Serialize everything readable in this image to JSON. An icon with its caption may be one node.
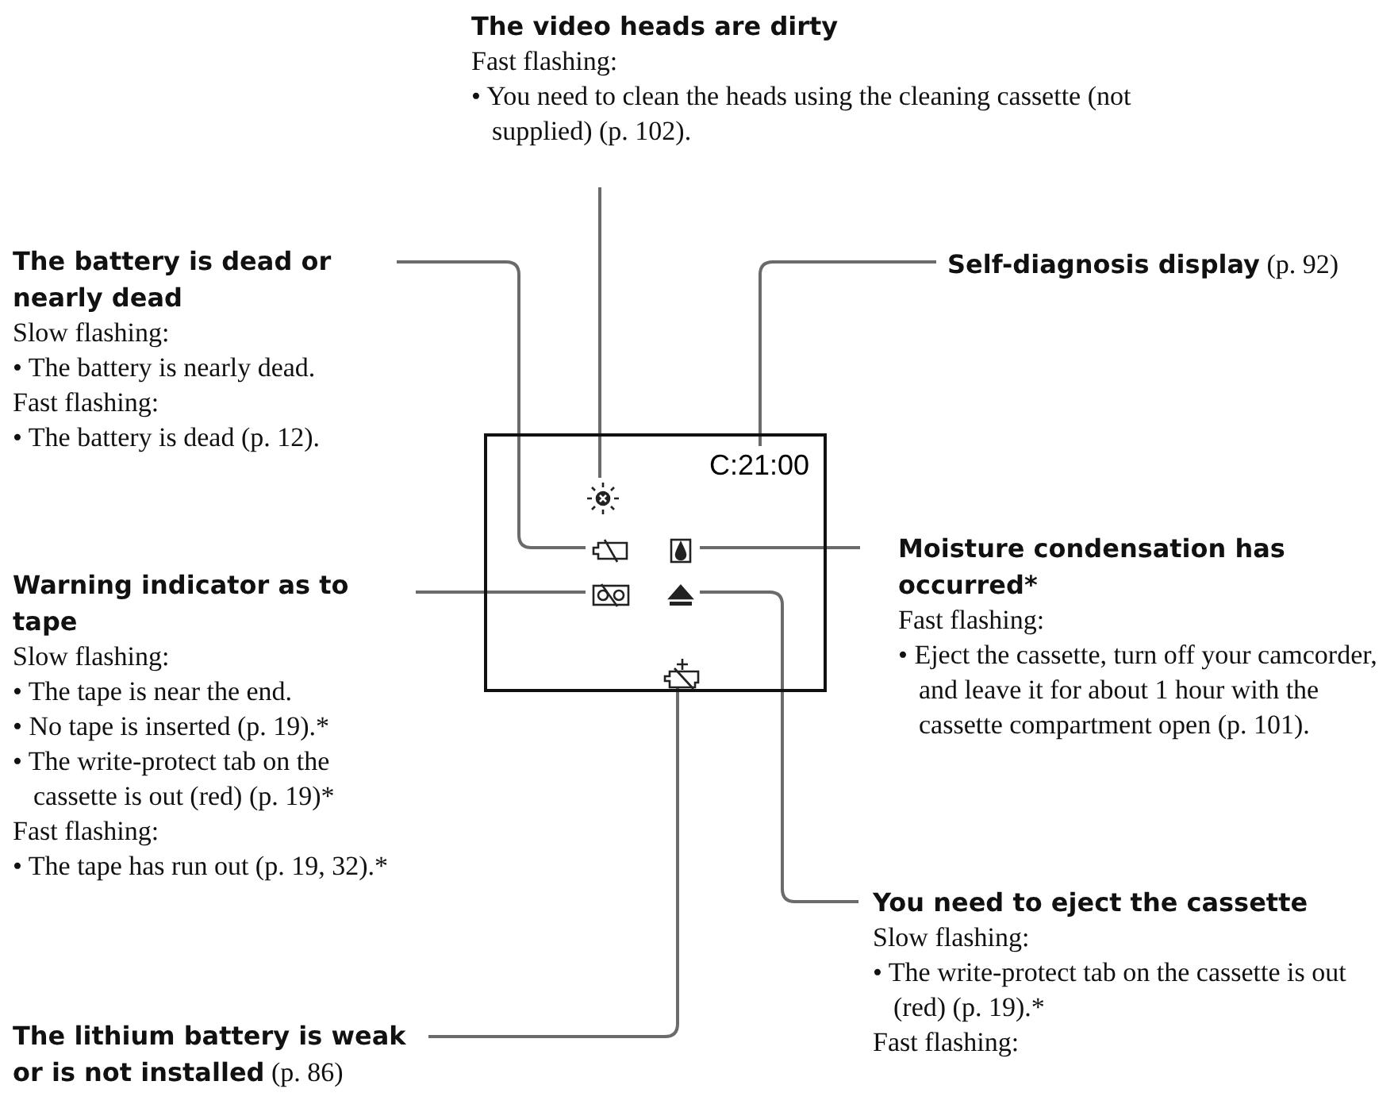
{
  "diagram": {
    "nodes": [
      {
        "text": [
          "The video heads are dirty",
          "Fast flashing:",
          "• You need to clean the heads using the cleaning cassette (not supplied) (p. 102)."
        ]
      },
      {
        "text": [
          "The battery is dead or nearly dead",
          "Slow flashing:",
          "• The battery is nearly dead.",
          "Fast flashing:",
          "• The battery is dead (p. 12)."
        ]
      },
      {
        "text": [
          "**Self-diagnosis display** (p. 92)"
        ]
      },
      {
        "text": [
          "Warning indicator as to tape",
          "Slow flashing:",
          "• The tape is near the end.",
          "• No tape is inserted (p. 19).*",
          "• The write-protect tab on the cassette is out (red) (p. 19)*",
          "Fast flashing:",
          "• The tape has run out (p. 19, 32).*"
        ]
      },
      {
        "text": [
          "Moisture condensation has occurred*",
          "Fast flashing:",
          "• Eject the cassette, turn off your camcorder, and leave it for about 1 hour with the cassette compartment open (p. 101)."
        ]
      },
      {
        "text": [
          "**The lithium battery is weak or is not installed** (p. 86)"
        ]
      },
      {
        "text": [
          "You need to eject the cassette",
          "Slow flashing:",
          "• The write-protect tab on the cassette is out (red) (p. 19).*",
          "Fast flashing:"
        ]
      },
      {
        "text": [],
        "shape": "box"
      },
      {
        "text": [
          "C:21:00"
        ],
        "in": 7
      },
      {
        "text": [],
        "shape": "icon",
        "in": 7
      },
      {
        "text": [],
        "shape": "icon",
        "in": 7
      },
      {
        "text": [],
        "shape": "icon",
        "in": 7
      },
      {
        "text": [],
        "shape": "icon",
        "in": 7
      },
      {
        "text": [],
        "shape": "icon",
        "in": 7
      },
      {
        "text": [],
        "shape": "icon",
        "in": 7
      }
    ],
    "edges": [
      {
        "from": 0,
        "to": 9,
        "arrow": "none"
      },
      {
        "from": 1,
        "to": 10,
        "arrow": "none"
      },
      {
        "from": 2,
        "to": 8,
        "arrow": "none"
      },
      {
        "from": 3,
        "to": 12,
        "arrow": "none"
      },
      {
        "from": 4,
        "to": 11,
        "arrow": "none"
      },
      {
        "from": 5,
        "to": 14,
        "arrow": "none"
      },
      {
        "from": 6,
        "to": 13,
        "arrow": "none"
      }
    ]
  }
}
